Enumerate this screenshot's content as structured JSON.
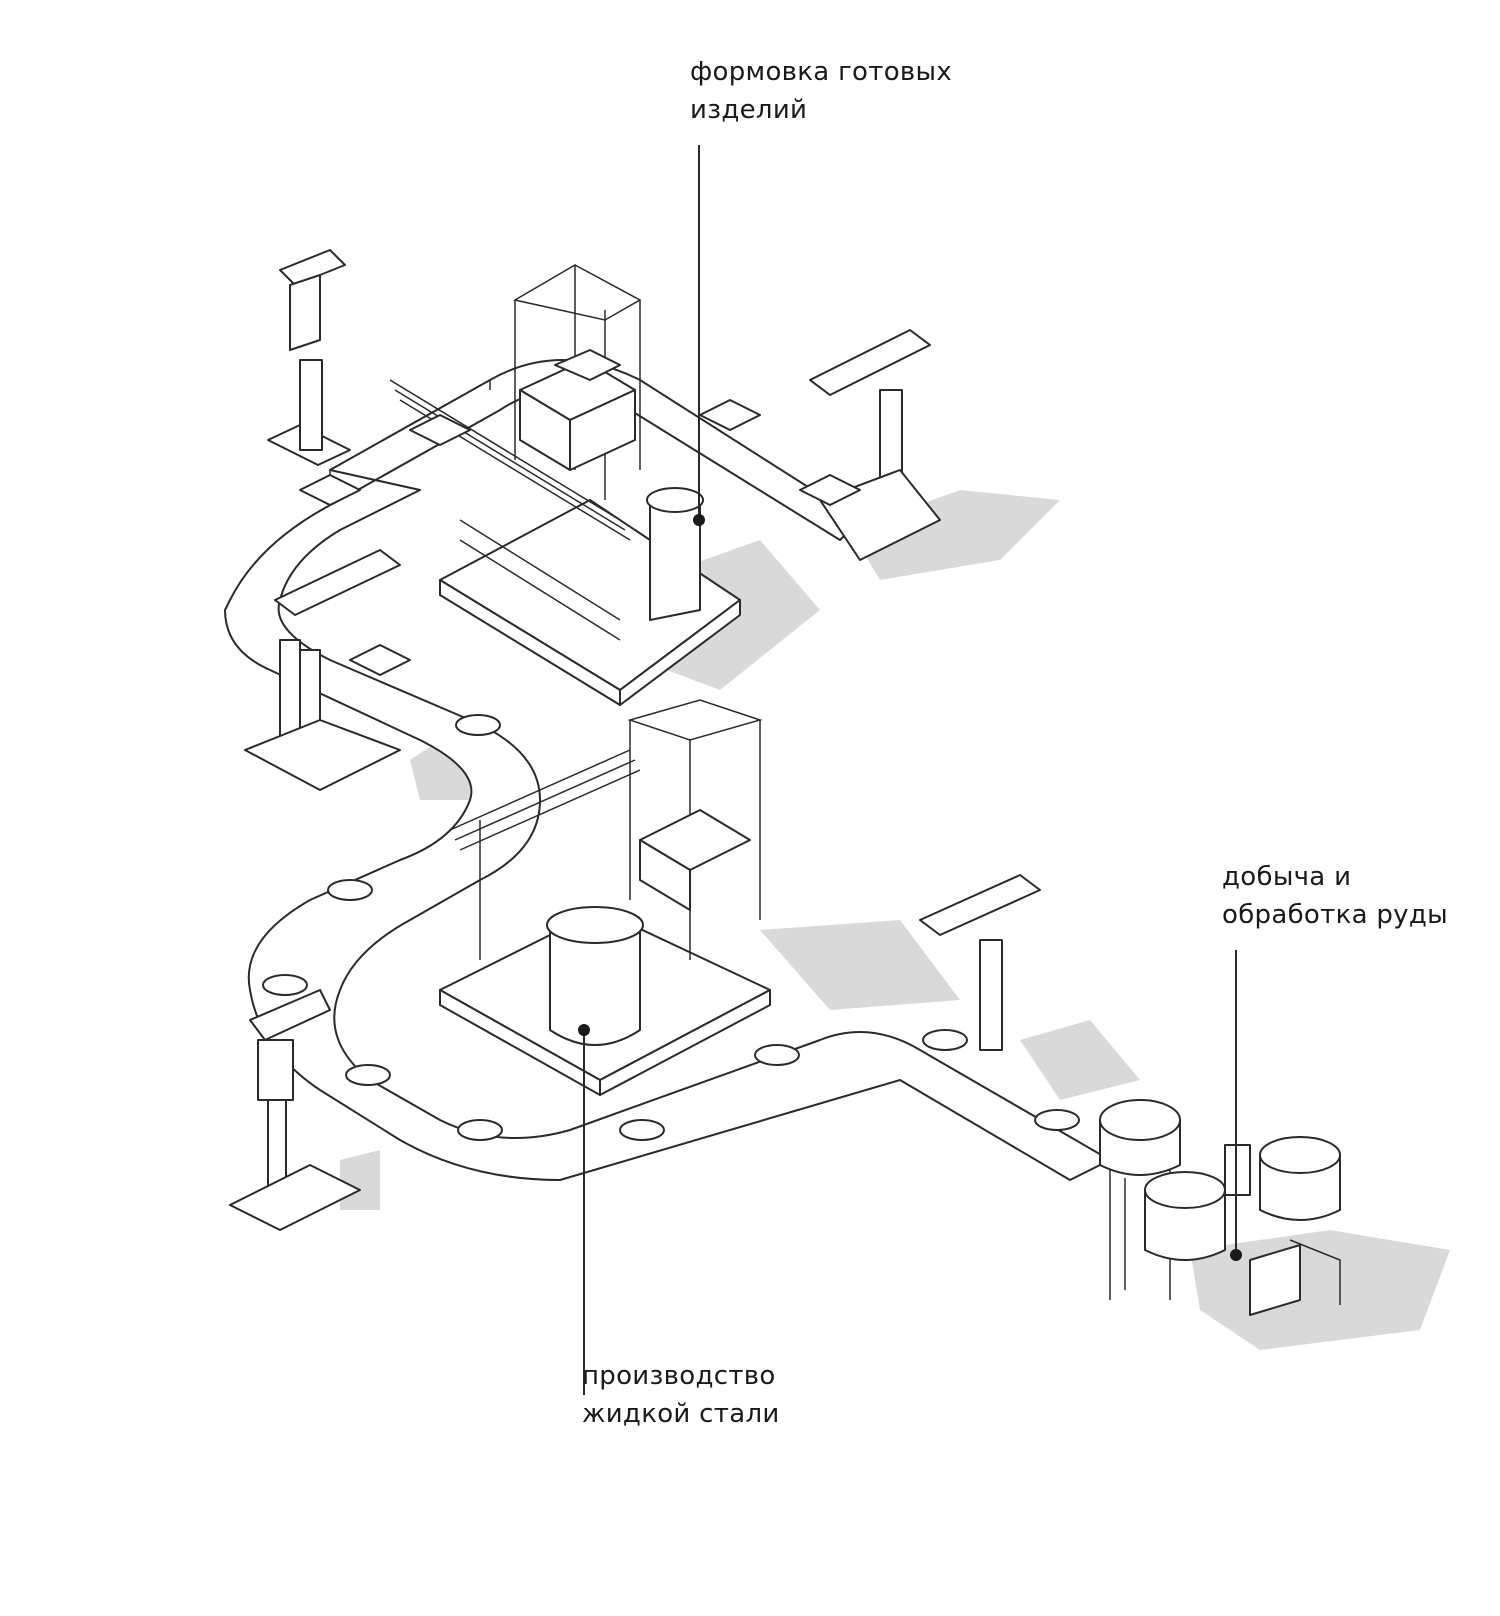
{
  "callouts": {
    "forming": {
      "line1": "формовка готовых",
      "line2": "изделий"
    },
    "ore": {
      "line1": "добыча и",
      "line2": "обработка руды"
    },
    "steel": {
      "line1": "производство",
      "line2": "жидкой стали"
    }
  },
  "colors": {
    "line": "#2a2a2a",
    "shadow": "#d9d9d9",
    "fill": "#ffffff"
  }
}
